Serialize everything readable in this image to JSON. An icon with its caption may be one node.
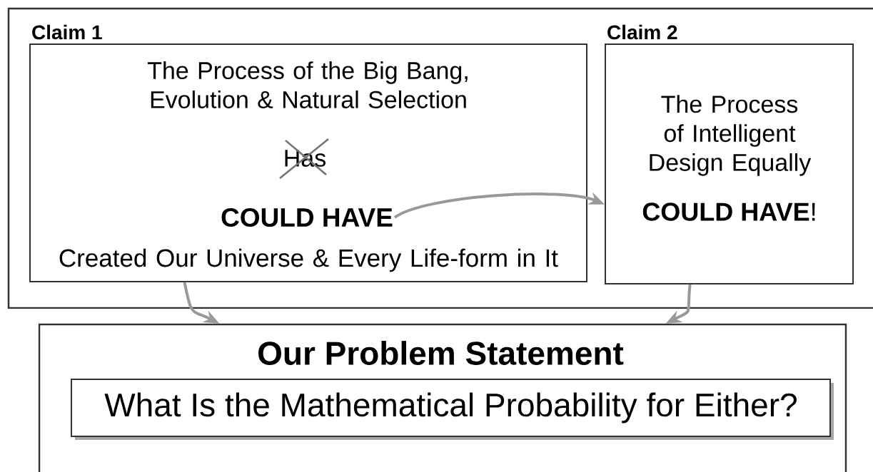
{
  "diagram": {
    "nodes": [
      {
        "text": [],
        "shape": "box"
      },
      {
        "text": [
          "Claim 1",
          "The Process of the Big Bang, Evolution & Natural Selection",
          "Has",
          "Created Our Universe & Every Life-form in It"
        ],
        "in": 0
      },
      {
        "text": [
          "COULD HAVE"
        ],
        "in": 1
      },
      {
        "text": [
          "Claim 2",
          "The Process of Intelligent Design Equally",
          "**COULD HAVE**!"
        ],
        "in": 0
      },
      {
        "text": [
          "Our Problem Statement"
        ]
      },
      {
        "text": [
          "What Is the Mathematical Probability for Either?"
        ],
        "in": 4
      }
    ],
    "edges": [
      {
        "from": 2,
        "to": 3,
        "arrow": "to"
      },
      {
        "from": 1,
        "to": 4,
        "arrow": "to"
      },
      {
        "from": 3,
        "to": 4,
        "arrow": "to"
      }
    ]
  }
}
